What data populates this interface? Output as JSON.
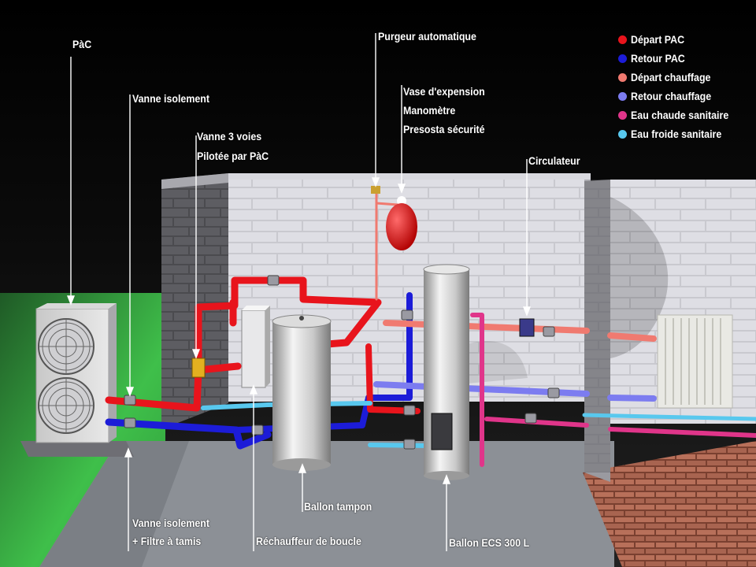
{
  "labels": {
    "pac": "PàC",
    "vanne_isolement_top": "Vanne isolement",
    "vanne_3_voies_l1": "Vanne 3 voies",
    "vanne_3_voies_l2": "Pilotée par PàC",
    "purgeur": "Purgeur automatique",
    "vase_l1": "Vase d'expension",
    "vase_l2": "Manomètre",
    "vase_l3": "Presosta sécurité",
    "circulateur": "Circulateur",
    "ballon_tampon": "Ballon tampon",
    "vanne_isolement_bottom_l1": "Vanne isolement",
    "vanne_isolement_bottom_l2": "+ Filtre à tamis",
    "rechauffeur": "Réchauffeur de boucle",
    "ballon_ecs": "Ballon ECS 300 L"
  },
  "legend": [
    {
      "label": "Départ PAC",
      "color": "#e8141c"
    },
    {
      "label": "Retour PAC",
      "color": "#1c1cd8"
    },
    {
      "label": "Départ chauffage",
      "color": "#f07a70"
    },
    {
      "label": "Retour chauffage",
      "color": "#7c7cf0"
    },
    {
      "label": "Eau chaude sanitaire",
      "color": "#e0358a"
    },
    {
      "label": "Eau froide sanitaire",
      "color": "#58c8ee"
    }
  ]
}
